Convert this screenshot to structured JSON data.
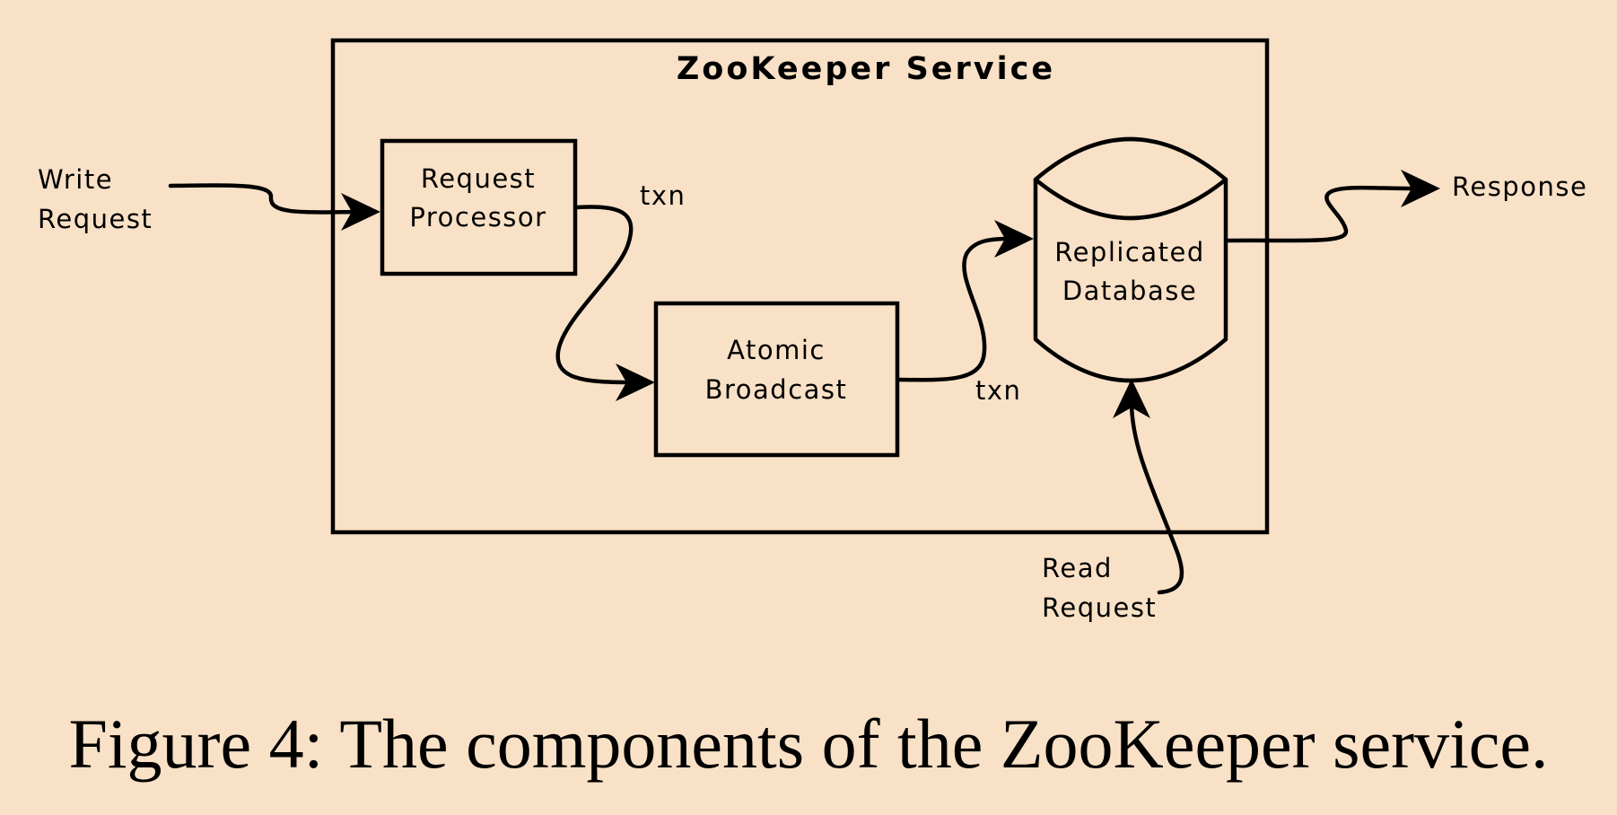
{
  "diagram": {
    "service_title": "ZooKeeper Service",
    "nodes": {
      "request_processor": [
        "Request",
        "Processor"
      ],
      "atomic_broadcast": [
        "Atomic",
        "Broadcast"
      ],
      "replicated_database": [
        "Replicated",
        "Database"
      ]
    },
    "inputs": {
      "write_request": [
        "Write",
        "Request"
      ],
      "read_request": [
        "Read",
        "Request"
      ]
    },
    "outputs": {
      "response": "Response"
    },
    "edge_labels": {
      "processor_to_broadcast": "txn",
      "broadcast_to_database": "txn"
    },
    "edges": [
      {
        "from": "Write Request",
        "to": "Request Processor"
      },
      {
        "from": "Request Processor",
        "to": "Atomic Broadcast",
        "label": "txn"
      },
      {
        "from": "Atomic Broadcast",
        "to": "Replicated Database",
        "label": "txn"
      },
      {
        "from": "Replicated Database",
        "to": "Response"
      },
      {
        "from": "Read Request",
        "to": "Replicated Database"
      }
    ]
  },
  "caption": "Figure 4: The components of the ZooKeeper service."
}
